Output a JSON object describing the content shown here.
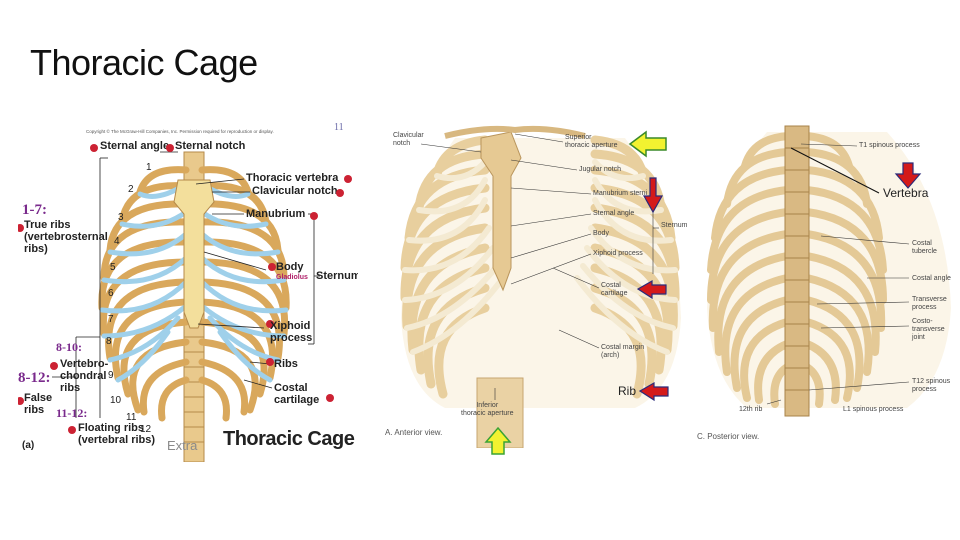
{
  "slide": {
    "title": "Thoracic Cage",
    "overlay_labels": {
      "vertebra": "Vertebra",
      "rib": "Rib",
      "extra": "Extra"
    }
  },
  "figure_a": {
    "copyright": "Copyright © The McGraw-Hill Companies, Inc. Permission required for reproduction or display.",
    "page_number": "11",
    "labels": {
      "sternal_angle": "Sternal angle",
      "sternal_notch": "Sternal notch",
      "thoracic_vertebra": "Thoracic vertebra",
      "clavicular_notch": "Clavicular notch",
      "manubrium": "Manubrium",
      "body": "Body",
      "gladiolus": "Gladiolus",
      "sternum": "Sternum",
      "xiphoid": "Xiphoid",
      "process": "process",
      "ribs": "Ribs",
      "costal": "Costal",
      "cartilage": "cartilage",
      "true_ribs_num": "1-7:",
      "true_ribs_1": "True ribs",
      "true_ribs_2": "(vertebrosternal",
      "true_ribs_3": "ribs)",
      "num_8_10": "8-10:",
      "vc_1": "Vertebro-",
      "vc_2": "chondral",
      "vc_3": "ribs",
      "num_8_12": "8-12:",
      "false_1": "False",
      "false_2": "ribs",
      "num_11_12": "11-12:",
      "floating_1": "Floating ribs",
      "floating_2": "(vertebral ribs)",
      "panel_letter": "(a)",
      "caption": "Thoracic Cage",
      "rib_numbers": [
        "1",
        "2",
        "3",
        "4",
        "5",
        "6",
        "7",
        "8",
        "9",
        "10",
        "11",
        "12"
      ]
    }
  },
  "figure_b": {
    "clavicular_notch": [
      "Clavicular",
      "notch"
    ],
    "superior_aperture": [
      "Superior",
      "thoracic aperture"
    ],
    "jugular_notch": "Jugular notch",
    "manubrium_sterni": "Manubrium sterni",
    "sternal_angle": "Sternal angle",
    "body": "Body",
    "xiphoid_process": "Xiphoid process",
    "sternum": "Sternum",
    "costal_cartilage": [
      "Costal",
      "cartilage"
    ],
    "costal_margin": [
      "Costal margin",
      "(arch)"
    ],
    "inferior_aperture": [
      "Inferior",
      "thoracic aperture"
    ],
    "view": "A. Anterior view."
  },
  "figure_c": {
    "t1_spinous": "T1 spinous process",
    "costal_tubercle": [
      "Costal",
      "tubercle"
    ],
    "costal_angle": "Costal angle",
    "transverse_process": [
      "Transverse",
      "process"
    ],
    "costotransverse_joint": [
      "Costo-",
      "transverse",
      "joint"
    ],
    "t12_spinous": [
      "T12 spinous",
      "process"
    ],
    "rib_12": "12th rib",
    "l1_spinous": "L1 spinous process",
    "view": "C. Posterior view."
  },
  "colors": {
    "bone": "#efd9a6",
    "bone_dark": "#c9a66b",
    "cartilage": "#9fd0ea",
    "marker_red": "#cc2233",
    "arrow_red": "#d41a1a",
    "arrow_yellow": "#f2f230",
    "arrow_green": "#3aa335"
  }
}
